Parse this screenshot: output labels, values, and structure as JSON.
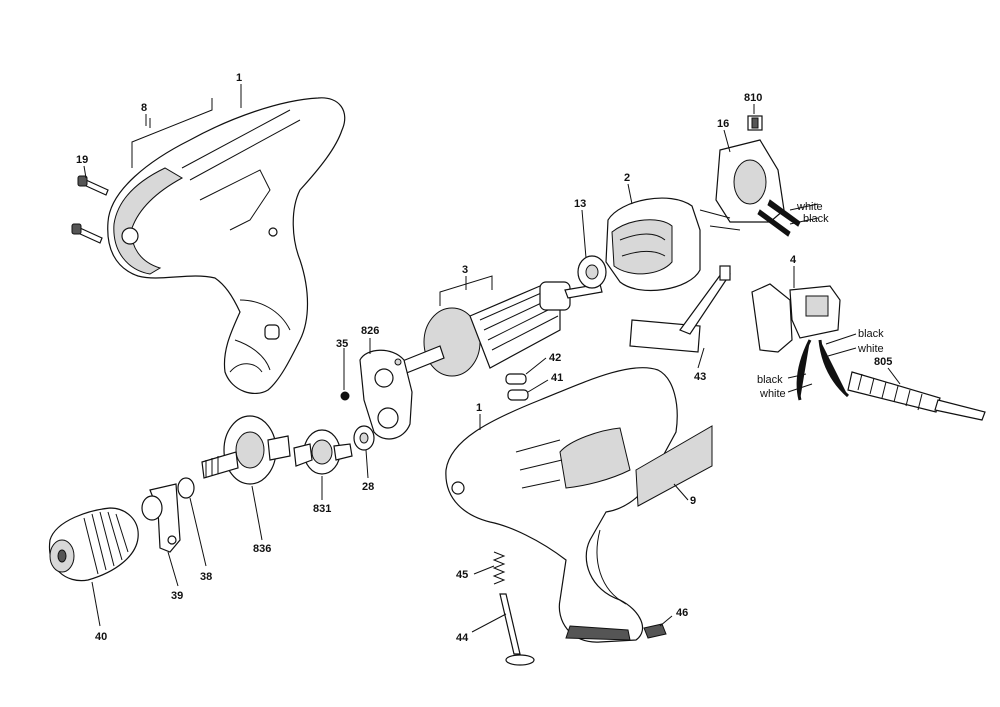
{
  "parts": [
    {
      "id": "1a",
      "number": "1"
    },
    {
      "id": "8",
      "number": "8"
    },
    {
      "id": "19",
      "number": "19"
    },
    {
      "id": "3",
      "number": "3"
    },
    {
      "id": "13",
      "number": "13"
    },
    {
      "id": "2",
      "number": "2"
    },
    {
      "id": "16",
      "number": "16"
    },
    {
      "id": "810",
      "number": "810"
    },
    {
      "id": "4",
      "number": "4"
    },
    {
      "id": "805",
      "number": "805"
    },
    {
      "id": "43",
      "number": "43"
    },
    {
      "id": "826",
      "number": "826"
    },
    {
      "id": "35",
      "number": "35"
    },
    {
      "id": "42",
      "number": "42"
    },
    {
      "id": "41",
      "number": "41"
    },
    {
      "id": "1b",
      "number": "1"
    },
    {
      "id": "9",
      "number": "9"
    },
    {
      "id": "28",
      "number": "28"
    },
    {
      "id": "831",
      "number": "831"
    },
    {
      "id": "836",
      "number": "836"
    },
    {
      "id": "38",
      "number": "38"
    },
    {
      "id": "39",
      "number": "39"
    },
    {
      "id": "40",
      "number": "40"
    },
    {
      "id": "45",
      "number": "45"
    },
    {
      "id": "44",
      "number": "44"
    },
    {
      "id": "46",
      "number": "46"
    }
  ],
  "wire_labels": {
    "switch_white": "white",
    "switch_black": "black",
    "cord_black_top": "black",
    "cord_white_top": "white",
    "cord_black_bottom": "black",
    "cord_white_bottom": "white"
  }
}
